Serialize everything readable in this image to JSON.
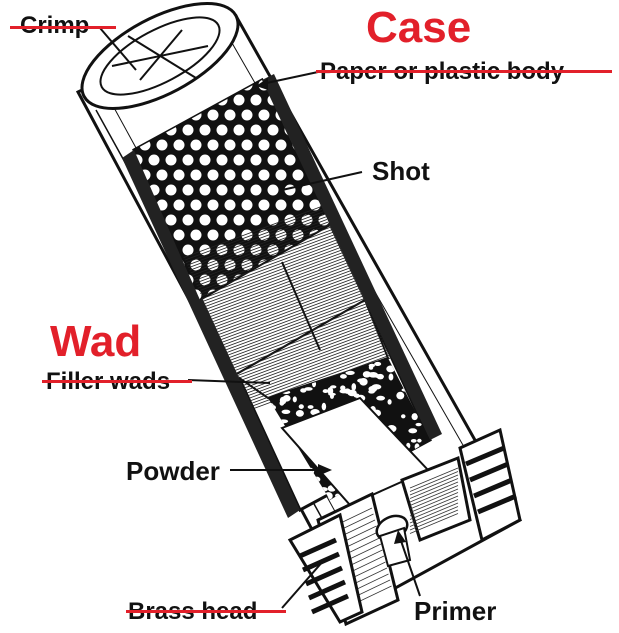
{
  "labels": {
    "crimp": "Crimp",
    "case": "Case",
    "paper_body": "Paper or plastic body",
    "shot": "Shot",
    "wad": "Wad",
    "filler_wads": "Filler wads",
    "powder": "Powder",
    "brass_head": "Brass head",
    "primer": "Primer"
  },
  "colors": {
    "ink": "#111111",
    "accent_red": "#e2202a",
    "background": "#ffffff"
  }
}
